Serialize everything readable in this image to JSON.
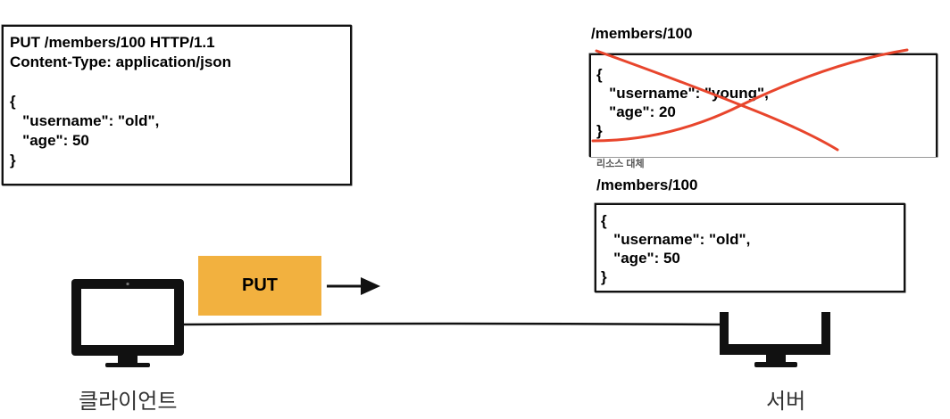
{
  "request": {
    "lines": [
      "PUT /members/100 HTTP/1.1",
      "Content-Type: application/json",
      "",
      "{",
      "   \"username\": \"old\",",
      "   \"age\": 50",
      "}"
    ]
  },
  "method_label": "PUT",
  "server_before": {
    "path": "/members/100",
    "lines": [
      "{",
      "   \"username\": \"young\",",
      "   \"age\": 20",
      "}"
    ]
  },
  "replace_note": "리소스 대체",
  "server_after": {
    "path": "/members/100",
    "lines": [
      "{",
      "   \"username\": \"old\",",
      "   \"age\": 50",
      "}"
    ]
  },
  "client_label": "클라이언트",
  "server_label": "서버",
  "colors": {
    "put_accent": "#f2b13f",
    "cross_out": "#e8452c"
  },
  "icons": {
    "client": "monitor-icon",
    "server": "server-icon"
  }
}
